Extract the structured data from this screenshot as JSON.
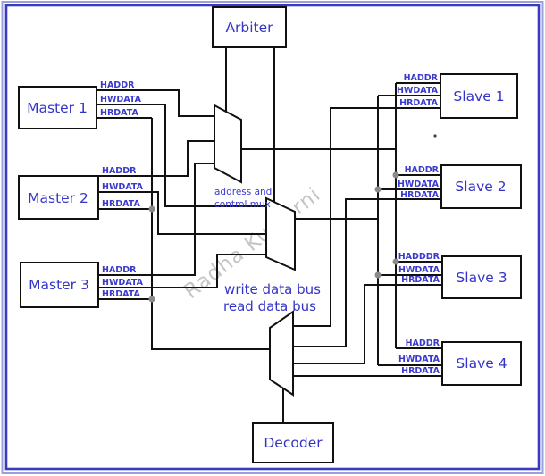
{
  "arbiter": {
    "label": "Arbiter"
  },
  "decoder": {
    "label": "Decoder"
  },
  "masters": [
    {
      "label": "Master 1",
      "signals": [
        "HADDR",
        "HWDATA",
        "HRDATA"
      ]
    },
    {
      "label": "Master 2",
      "signals": [
        "HADDR",
        "HWDATA",
        "HRDATA"
      ]
    },
    {
      "label": "Master 3",
      "signals": [
        "HADDR",
        "HWDATA",
        "HRDATA"
      ]
    }
  ],
  "slaves": [
    {
      "label": "Slave 1",
      "signals": [
        "HADDR",
        "HWDATA",
        "HRDATA"
      ]
    },
    {
      "label": "Slave 2",
      "signals": [
        "HADDR",
        "HWDATA",
        "HRDATA"
      ]
    },
    {
      "label": "Slave 3",
      "signals": [
        "HADDDR",
        "HWDATA",
        "HRDATA"
      ]
    },
    {
      "label": "Slave 4",
      "signals": [
        "HADDR",
        "HWDATA",
        "HRDATA"
      ]
    }
  ],
  "muxes": {
    "address_mux_line1": "address and",
    "address_mux_line2": "control mux"
  },
  "bus_labels": {
    "write": "write data bus",
    "read": "read data bus"
  },
  "watermark": "Radha Kulkarni",
  "colors": {
    "label_blue": "#3434c8",
    "line_black": "#111111",
    "junction_gray": "#8a8a8a",
    "frame_blue": "#3a3ac0",
    "frame_light": "#9aa0dc",
    "watermark_gray": "#969696"
  }
}
